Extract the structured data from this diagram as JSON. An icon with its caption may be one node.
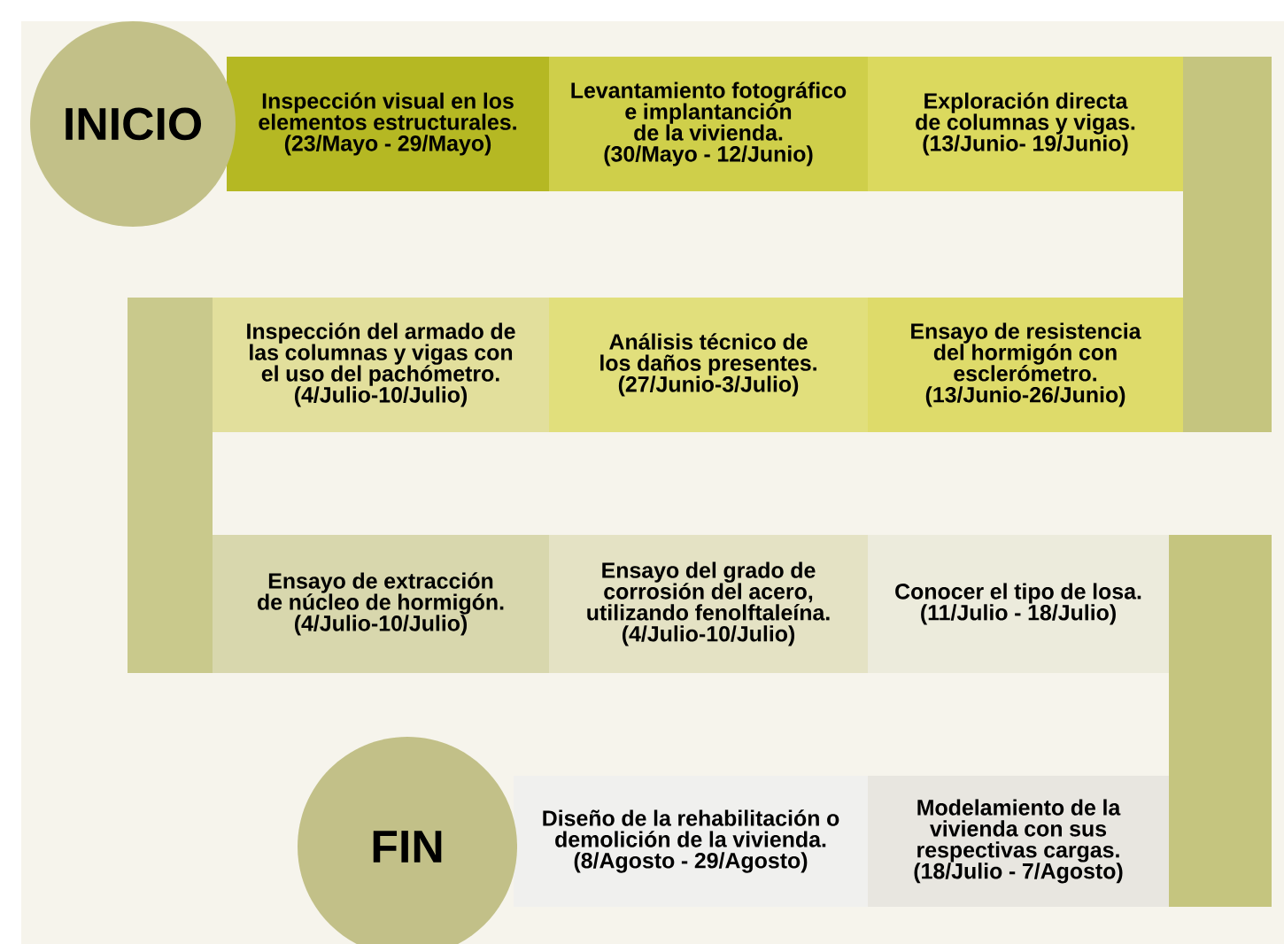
{
  "diagram": {
    "nodes": [
      {
        "text": [
          "INICIO"
        ]
      },
      {
        "text": [
          "Inspección visual en los elementos estructurales. (23/Mayo - 29/Mayo)"
        ]
      },
      {
        "text": [
          "Levantamiento fotográfico e implantanción de la vivienda. (30/Mayo - 12/Junio)"
        ]
      },
      {
        "text": [
          "Exploración directa de columnas y vigas. (13/Junio- 19/Junio)"
        ]
      },
      {
        "text": [],
        "shape": "bar"
      },
      {
        "text": [
          "Ensayo de resistencia del hormigón con esclerómetro. (13/Junio-26/Junio)"
        ]
      },
      {
        "text": [
          "Análisis técnico  de los daños presentes. (27/Junio-3/Julio)"
        ]
      },
      {
        "text": [
          "Inspección del armado de las columnas y vigas  con el uso del pachómetro. (4/Julio-10/Julio)"
        ]
      },
      {
        "text": [],
        "shape": "bar"
      },
      {
        "text": [
          "Ensayo de extracción de núcleo de hormigón. (4/Julio-10/Julio)"
        ]
      },
      {
        "text": [
          "Ensayo del grado de corrosión  del acero, utilizando fenolftaleína. (4/Julio-10/Julio)"
        ]
      },
      {
        "text": [
          "Conocer el tipo de losa. (11/Julio - 18/Julio)"
        ]
      },
      {
        "text": [],
        "shape": "bar"
      },
      {
        "text": [
          "Modelamiento de  la vivienda con sus respectivas cargas. (18/Julio - 7/Agosto)"
        ]
      },
      {
        "text": [
          "Diseño de la rehabilitación o demolición de la vivienda. (8/Agosto - 29/Agosto)"
        ]
      },
      {
        "text": [
          "FIN"
        ]
      }
    ]
  }
}
